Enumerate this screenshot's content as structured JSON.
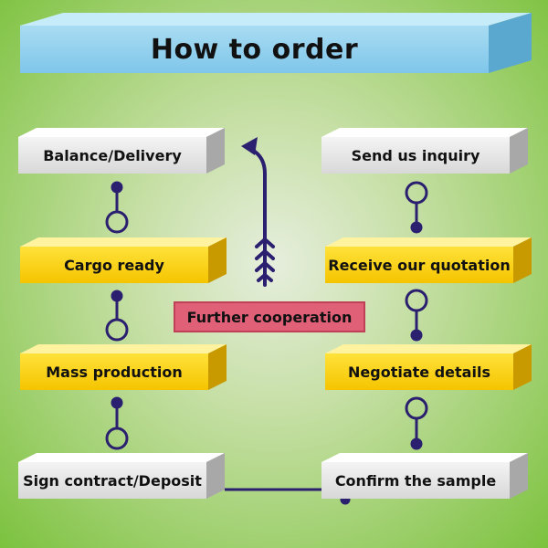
{
  "title": "How to order",
  "left_steps": [
    "Balance/Delivery",
    "Cargo ready",
    "Mass production",
    "Sign contract/Deposit"
  ],
  "right_steps": [
    "Send us inquiry",
    "Receive our quotation",
    "Negotiate details",
    "Confirm the sample"
  ],
  "center_label": "Further cooperation",
  "colors": {
    "grey": "#d8d8d8",
    "yellow": "#f5c400",
    "title": "#7fc6ea",
    "connector": "#2b2070",
    "pink": "#e06078"
  }
}
